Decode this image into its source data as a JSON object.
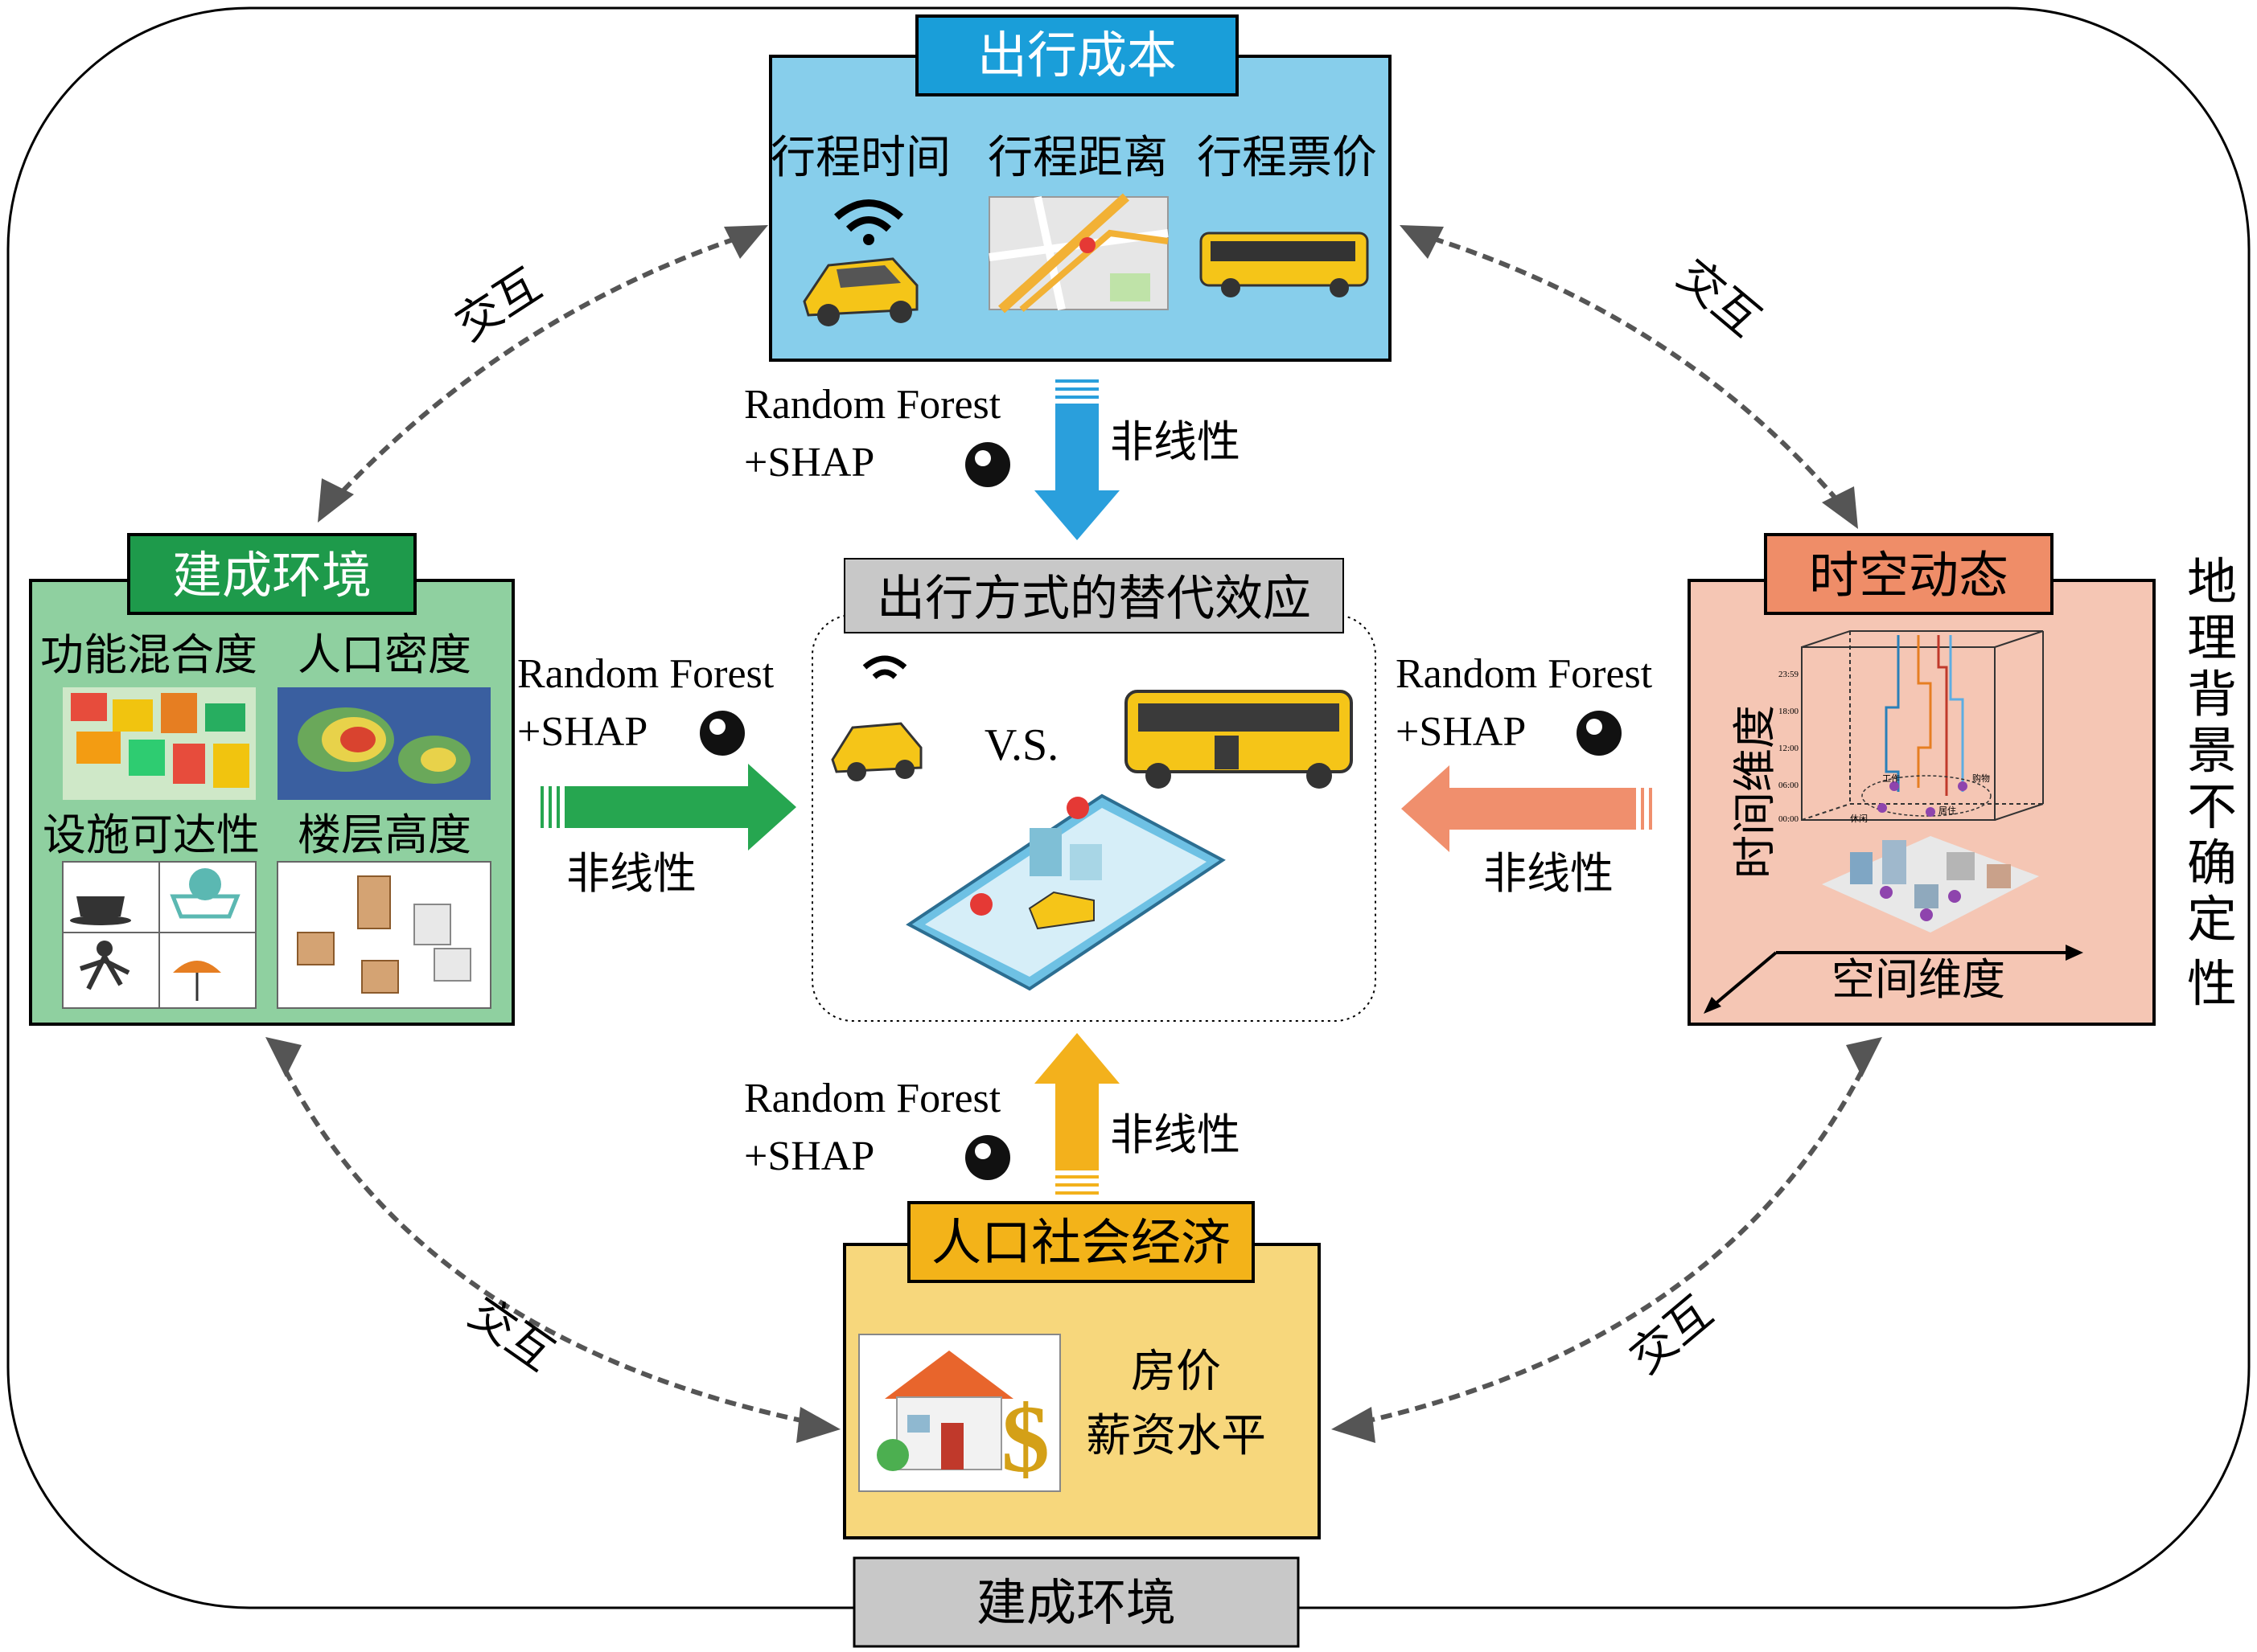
{
  "diagram": {
    "outer_bottom_label": "建成环境",
    "right_side_label": [
      "地",
      "理",
      "背",
      "景",
      "不",
      "确",
      "定",
      "性"
    ],
    "center": {
      "title": "出行方式的替代效应",
      "vs": "V.S."
    },
    "top_box": {
      "title": "出行成本",
      "items": [
        "行程时间",
        "行程距离",
        "行程票价"
      ]
    },
    "left_box": {
      "title": "建成环境",
      "items": [
        "功能混合度",
        "人口密度",
        "设施可达性",
        "楼层高度"
      ]
    },
    "right_box": {
      "title": "时空动态",
      "y_axis": "时间维度",
      "x_axis": "空间维度",
      "time_ticks": [
        "23:59",
        "18:00",
        "12:00",
        "06:00",
        "00:00"
      ],
      "nodes": [
        "工作",
        "购物",
        "休闲",
        "居住"
      ]
    },
    "bottom_box": {
      "title": "人口社会经济",
      "items": [
        "房价",
        "薪资水平"
      ]
    },
    "method": {
      "line1": "Random Forest",
      "line2": "+SHAP",
      "nonlinear": "非线性"
    },
    "interaction": "交互",
    "colors": {
      "top_fill": "#87ceeb",
      "top_title": "#1a9ed9",
      "left_fill": "#8fd0a0",
      "left_title": "#1e9a4b",
      "right_fill": "#f5c6b4",
      "right_title": "#ef8d68",
      "bottom_fill": "#f7d77c",
      "bottom_title": "#f3b319",
      "center_title": "#c8c8c8",
      "arrow_blue": "#2a9fdc",
      "arrow_green": "#26a650",
      "arrow_orange": "#f08f6d",
      "arrow_yellow": "#f3b11c",
      "dashed_arrow": "#555555"
    }
  }
}
